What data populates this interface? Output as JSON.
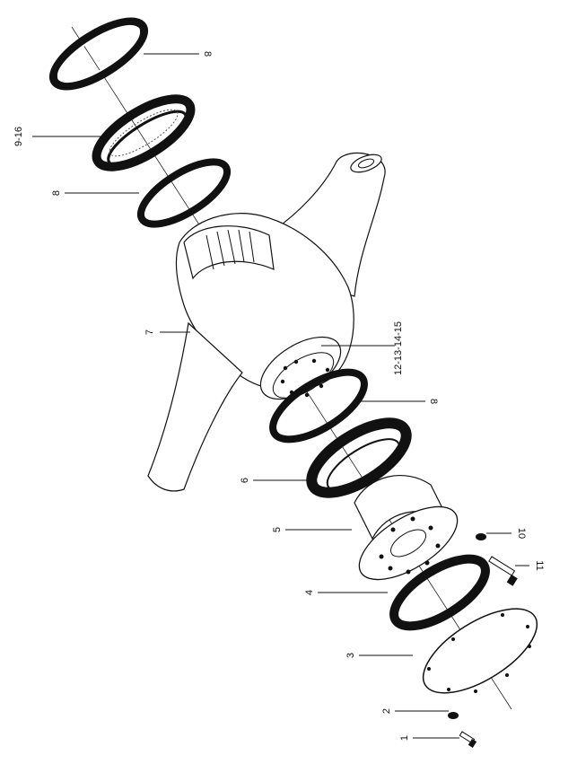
{
  "diagram": {
    "callouts": {
      "c1": "1",
      "c2": "2",
      "c3": "3",
      "c4": "4",
      "c5": "5",
      "c6": "6",
      "c7": "7",
      "c8a": "8",
      "c8b": "8",
      "c8c": "8",
      "c10": "10",
      "c11": "11",
      "c916": "9-16",
      "c1215": "12-13-14-15"
    }
  }
}
